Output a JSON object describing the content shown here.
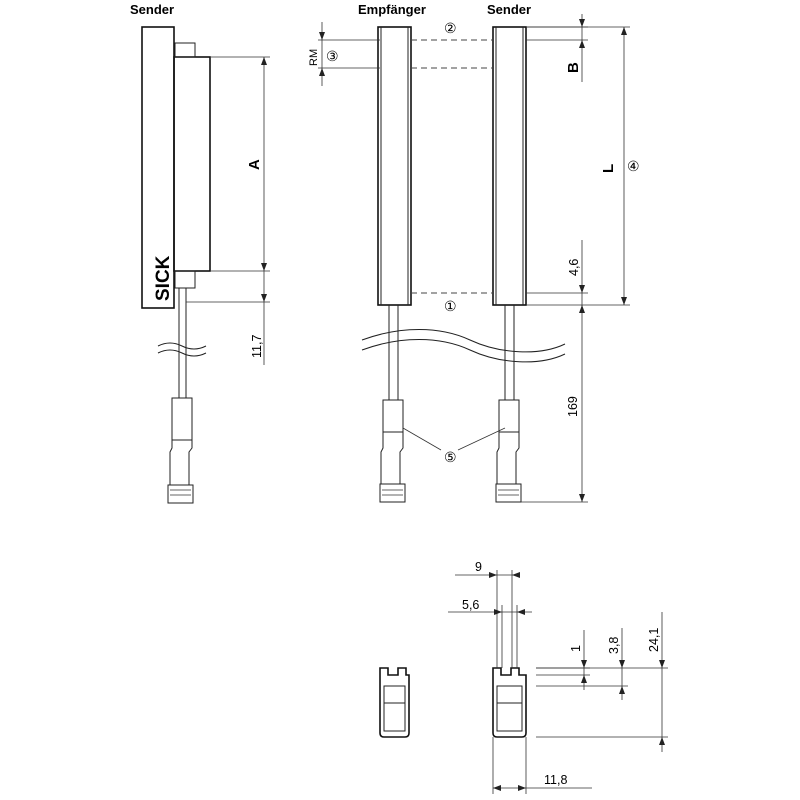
{
  "headers": {
    "sender_left": "Sender",
    "receiver": "Empfänger",
    "sender_right": "Sender"
  },
  "logo_text": "SICK",
  "dimensions": {
    "A": "A",
    "B": "B",
    "L": "L",
    "RM": "RM",
    "d_11_7": "11,7",
    "d_4_6": "4,6",
    "d_169": "169",
    "d_9": "9",
    "d_5_6": "5,6",
    "d_1": "1",
    "d_3_8": "3,8",
    "d_24_1": "24,1",
    "d_11_8": "11,8"
  },
  "callouts": {
    "c1": "①",
    "c2": "②",
    "c3": "③",
    "c4": "④",
    "c5": "⑤"
  }
}
